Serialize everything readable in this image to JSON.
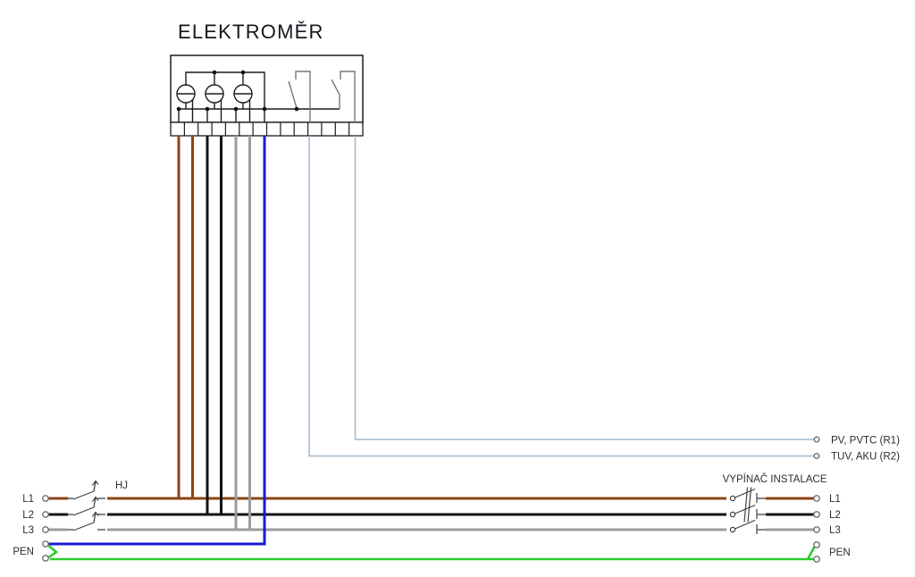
{
  "title": "ELEKTROMĚR",
  "labels": {
    "hj": "HJ",
    "installation_switch": "VYPÍNAČ INSTALACE",
    "relay_r1": "PV, PVTC (R1)",
    "relay_r2": "TUV, AKU (R2)"
  },
  "left_terminals": {
    "l1": "L1",
    "l2": "L2",
    "l3": "L3",
    "pen": "PEN"
  },
  "right_terminals": {
    "l1": "L1",
    "l2": "L2",
    "l3": "L3",
    "pen": "PEN"
  },
  "colors": {
    "diagram_line": "#1c1c1c",
    "meter_switch_gray": "#6e7a85",
    "signal_wire_blue": "#a2b7cf",
    "wire_l1_brown": "#8B4513",
    "wire_l2_black": "#141414",
    "wire_l3_gray": "#9c9c9c",
    "wire_n_blue": "#1a1ad4",
    "wire_pen_green": "#2ecb2e",
    "breaker_line": "#3f3f3f",
    "terminal_ring": "#707070"
  }
}
